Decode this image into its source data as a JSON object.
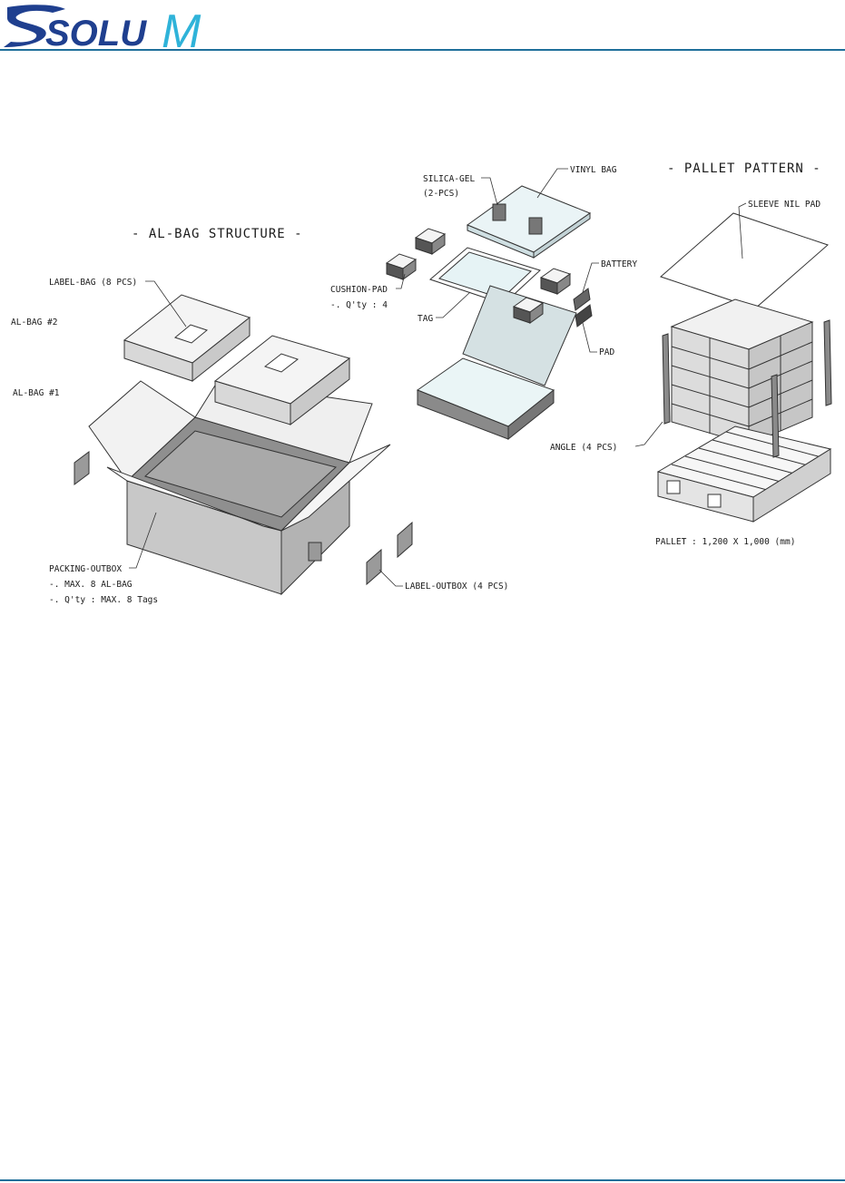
{
  "logo": {
    "text_left": "SOLU",
    "text_right": "M",
    "color_dark": "#1f3f8f",
    "color_light": "#2fb3d9"
  },
  "colors": {
    "rule": "#1f6f9a"
  },
  "al_bag": {
    "title": "- AL-BAG STRUCTURE -",
    "label_bag": "LABEL-BAG (8 PCS)",
    "al_bag_2": "AL-BAG #2",
    "al_bag_1": "AL-BAG #1",
    "packing_outbox": "PACKING-OUTBOX",
    "max_al_bag": "-. MAX. 8 AL-BAG",
    "qty_tags": "-. Q'ty : MAX. 8 Tags",
    "label_outbox": "LABEL-OUTBOX (4 PCS)"
  },
  "tag_pack": {
    "silica_gel": "SILICA-GEL",
    "silica_gel_qty": "(2-PCS)",
    "vinyl_bag": "VINYL BAG",
    "cushion_pad": "CUSHION-PAD",
    "cushion_qty": "-. Q'ty : 4",
    "tag": "TAG",
    "battery": "BATTERY",
    "pad": "PAD"
  },
  "pallet": {
    "title": "- PALLET PATTERN -",
    "sleeve": "SLEEVE NIL PAD",
    "angle": "ANGLE (4 PCS)",
    "pallet_size": "PALLET : 1,200 X 1,000 (mm)"
  }
}
